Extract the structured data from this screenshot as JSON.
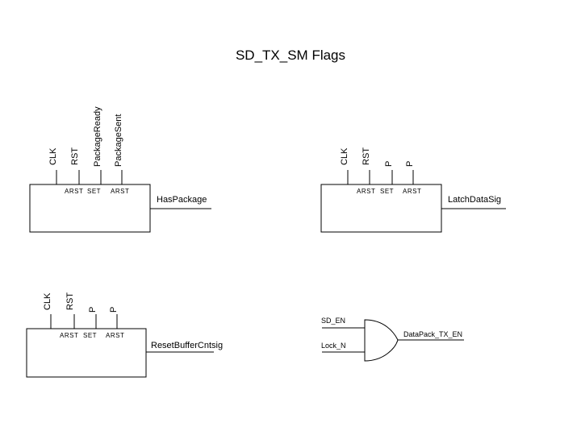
{
  "title": "SD_TX_SM Flags",
  "block1": {
    "pins": [
      "CLK",
      "RST",
      "PackageReady",
      "PackageSent"
    ],
    "ports": [
      "ARST",
      "SET",
      "ARST"
    ],
    "output": "HasPackage"
  },
  "block2": {
    "pins": [
      "CLK",
      "RST",
      "P",
      "P"
    ],
    "ports": [
      "ARST",
      "SET",
      "ARST"
    ],
    "output": "LatchDataSig"
  },
  "block3": {
    "pins": [
      "CLK",
      "RST",
      "P",
      "P"
    ],
    "ports": [
      "ARST",
      "SET",
      "ARST"
    ],
    "output": "ResetBufferCntsig"
  },
  "gate": {
    "input1": "SD_EN",
    "input2": "Lock_N",
    "output": "DataPack_TX_EN"
  }
}
